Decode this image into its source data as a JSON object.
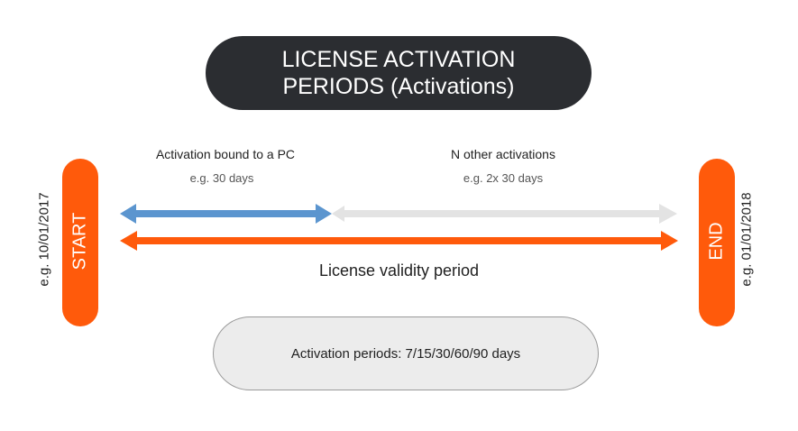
{
  "title": {
    "line1": "LICENSE ACTIVATION",
    "line2": "PERIODS (Activations)"
  },
  "first_activation": {
    "label": "Activation bound to a PC",
    "example": "e.g. 30 days"
  },
  "other_activations": {
    "label": "N other activations",
    "example": "e.g. 2x 30 days"
  },
  "start": {
    "label": "START",
    "date": "e.g. 10/01/2017"
  },
  "end": {
    "label": "END",
    "date": "e.g. 01/01/2018"
  },
  "validity_label": "License validity period",
  "activation_periods": "Activation periods: 7/15/30/60/90 days",
  "colors": {
    "dark": "#2b2d31",
    "orange": "#ff5a0b",
    "blue": "#5b95cf",
    "light_gray": "#e3e3e3",
    "pill_gray": "#ececec"
  }
}
